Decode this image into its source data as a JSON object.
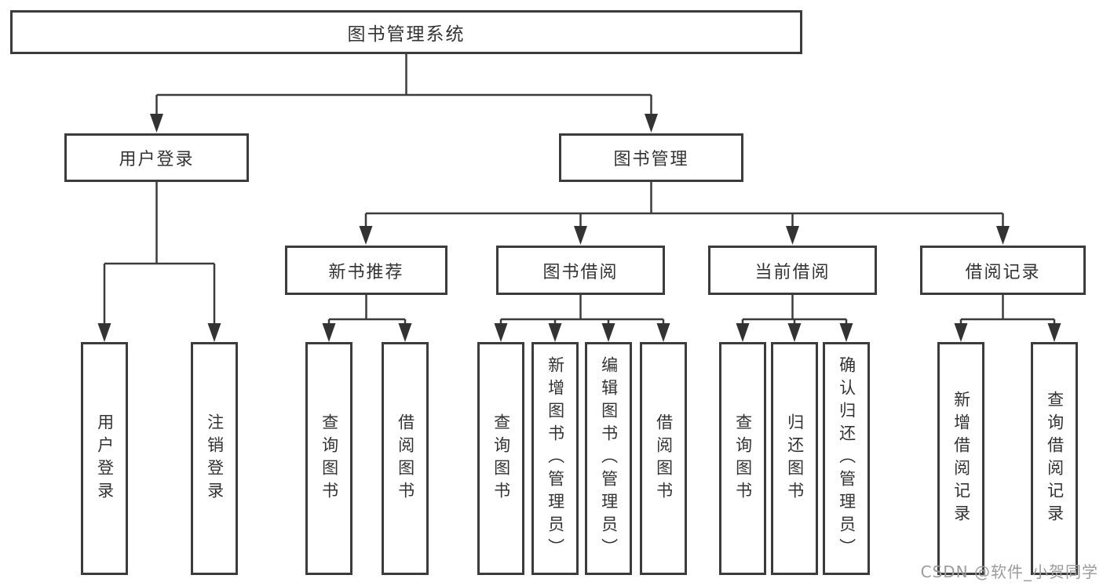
{
  "diagram_title": "图书管理系统",
  "watermark": "CSDN @软件_小贺同学",
  "colors": {
    "line": "#3c3c3c",
    "box_border": "#3c3c3c",
    "text": "#333333",
    "background": "#ffffff",
    "watermark": "#9c9c9c"
  },
  "nodes": {
    "root": "图书管理系统",
    "user_login": "用户登录",
    "book_mgmt": "图书管理",
    "new_book_rec": "新书推荐",
    "book_borrowing": "图书借阅",
    "current_borrowing": "当前借阅",
    "borrow_records": "借阅记录",
    "leaf_user_login": "用户登录",
    "leaf_logout": "注销登录",
    "leaf_nbr_query_books": "查询图书",
    "leaf_nbr_borrow_books": "借阅图书",
    "leaf_bb_query_books": "查询图书",
    "leaf_bb_add_books": "新增图书（管理员）",
    "leaf_bb_edit_books": "编辑图书（管理员）",
    "leaf_bb_borrow_books": "借阅图书",
    "leaf_cb_query_books": "查询图书",
    "leaf_cb_return_books": "归还图书",
    "leaf_cb_confirm_return": "确认归还（管理员）",
    "leaf_br_add_record": "新增借阅记录",
    "leaf_br_query_record": "查询借阅记录"
  },
  "structure": {
    "root": "图书管理系统",
    "children": [
      {
        "label": "用户登录",
        "children": [
          "用户登录",
          "注销登录"
        ]
      },
      {
        "label": "图书管理",
        "children": [
          {
            "label": "新书推荐",
            "children": [
              "查询图书",
              "借阅图书"
            ]
          },
          {
            "label": "图书借阅",
            "children": [
              "查询图书",
              "新增图书（管理员）",
              "编辑图书（管理员）",
              "借阅图书"
            ]
          },
          {
            "label": "当前借阅",
            "children": [
              "查询图书",
              "归还图书",
              "确认归还（管理员）"
            ]
          },
          {
            "label": "借阅记录",
            "children": [
              "新增借阅记录",
              "查询借阅记录"
            ]
          }
        ]
      }
    ]
  }
}
